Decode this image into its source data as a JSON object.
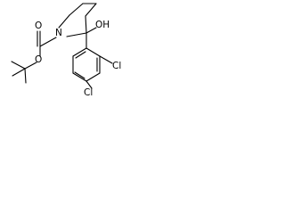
{
  "molecule": {
    "description_type": "skeletal-structure",
    "atoms": {
      "ring_n": "N",
      "carbonyl_o": "O",
      "ester_o": "O",
      "hydroxyl": "OH",
      "cl_1": "Cl",
      "cl_2": "Cl"
    }
  }
}
